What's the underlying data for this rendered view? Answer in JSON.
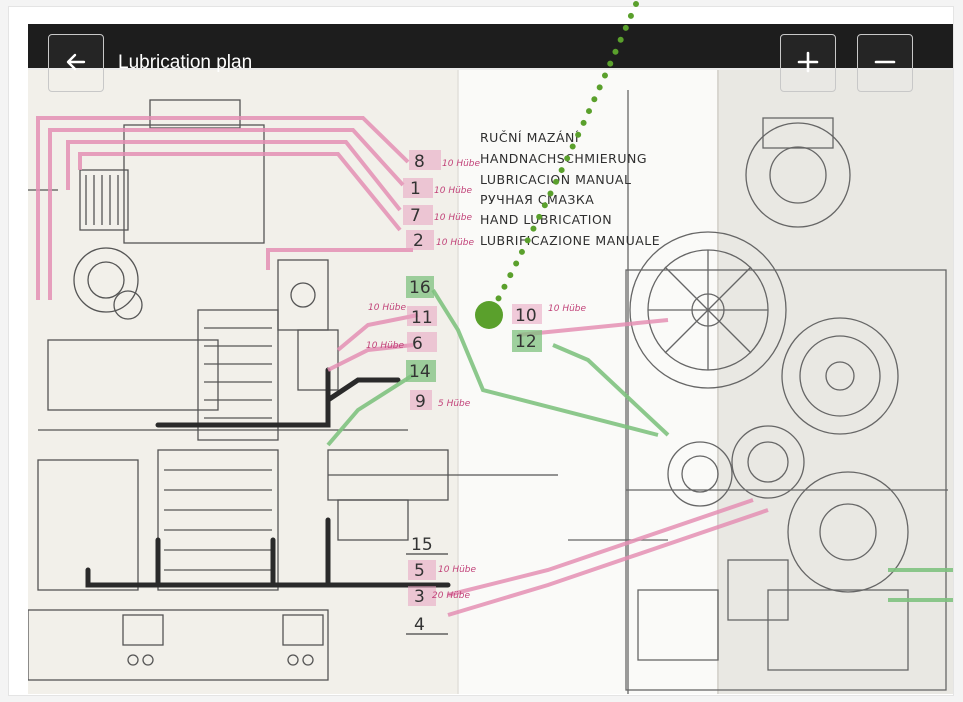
{
  "header": {
    "title": "Lubrication plan",
    "back_icon": "arrow-left-icon",
    "zoom_in_icon": "plus-icon",
    "zoom_out_icon": "minus-icon"
  },
  "diagram": {
    "legend_lines": [
      "RUČNÍ MAZÁNÍ",
      "HANDNACHSCHMIERUNG",
      "LUBRICACION MANUAL",
      "РУЧНАЯ СМАЗКА",
      "HAND LUBRICATION",
      "LUBRIFICAZIONE MANUALE"
    ],
    "points": [
      {
        "num": "8",
        "note": "10 Hübe"
      },
      {
        "num": "1",
        "note": "10 Hübe"
      },
      {
        "num": "7",
        "note": "10 Hübe"
      },
      {
        "num": "2",
        "note": "10 Hübe"
      },
      {
        "num": "16",
        "note": ""
      },
      {
        "num": "11",
        "note": "10 Hübe"
      },
      {
        "num": "6",
        "note": "10 Hübe"
      },
      {
        "num": "14",
        "note": ""
      },
      {
        "num": "9",
        "note": "5 Hübe"
      },
      {
        "num": "10",
        "note": "10 Hübe"
      },
      {
        "num": "12",
        "note": ""
      },
      {
        "num": "15",
        "note": ""
      },
      {
        "num": "5",
        "note": "10 Hübe"
      },
      {
        "num": "3",
        "note": "20 Hübe"
      },
      {
        "num": "4",
        "note": ""
      }
    ]
  },
  "colors": {
    "topbar": "#1d1d1d",
    "pink_line": "#e48fb4",
    "green_line": "#7fc27f",
    "dark_line": "#2a2a2a",
    "marker": "#5aa02c"
  }
}
